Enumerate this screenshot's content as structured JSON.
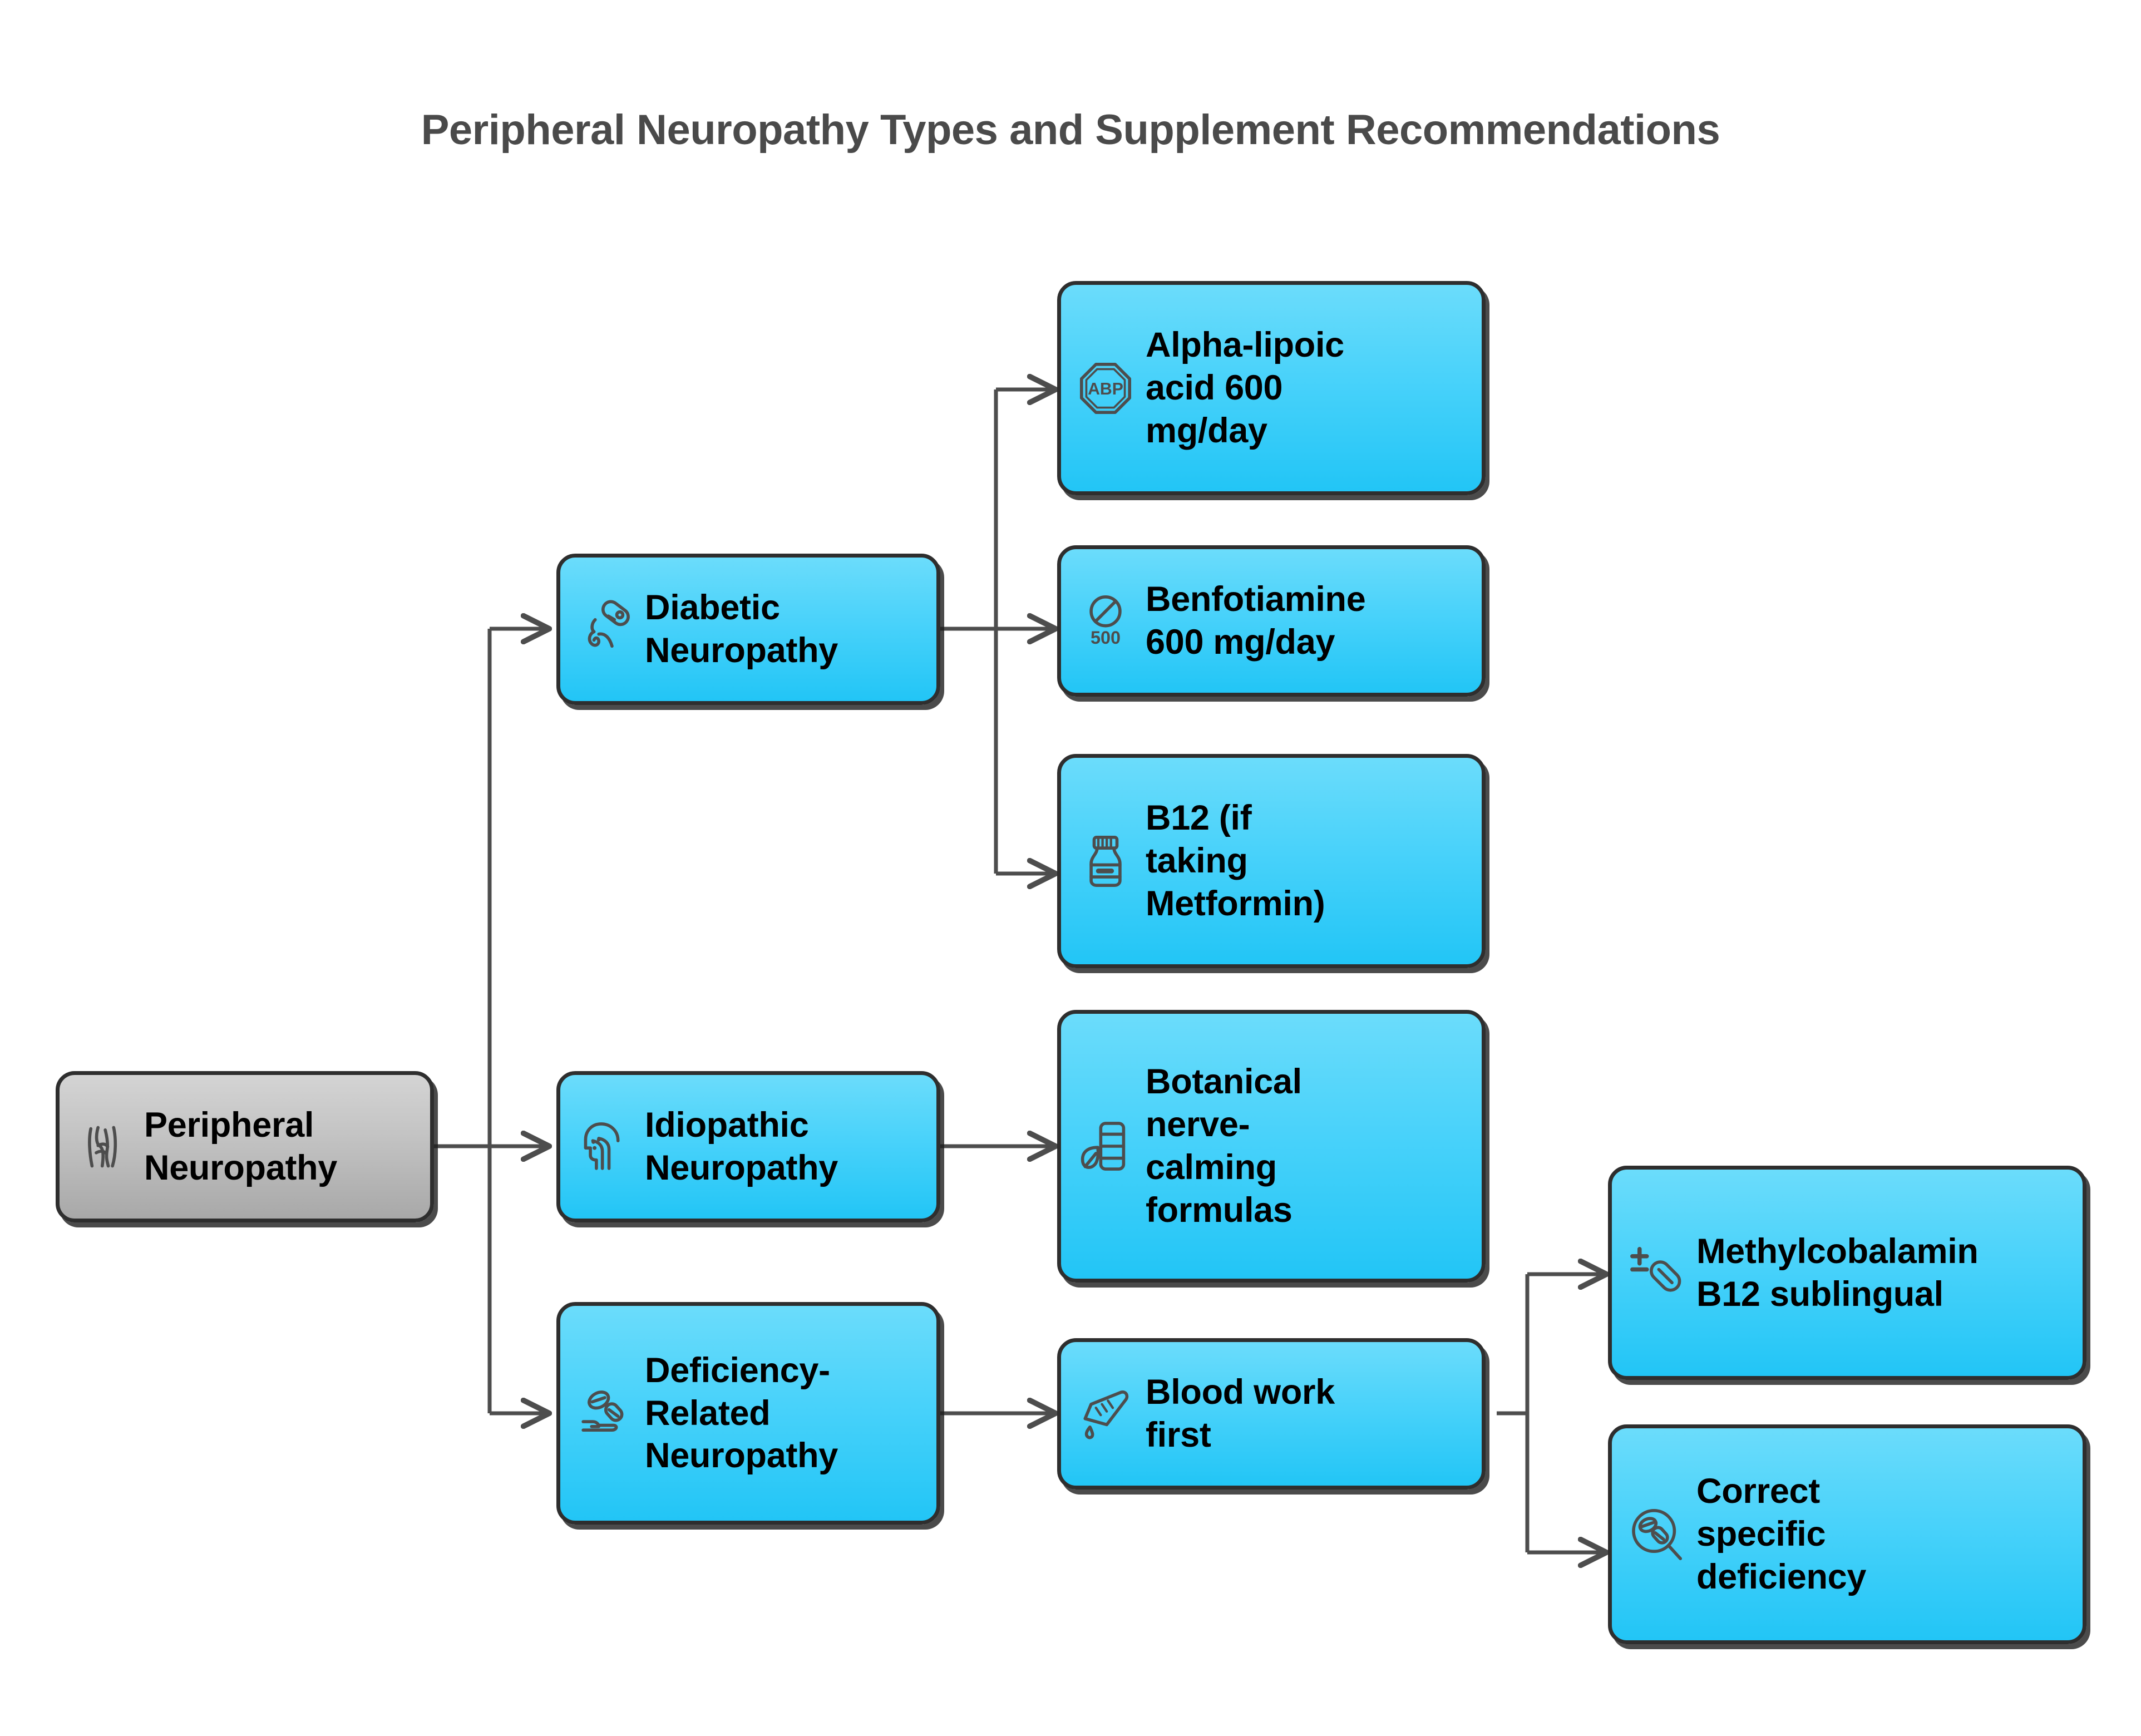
{
  "title": "Peripheral Neuropathy Types and Supplement Recommendations",
  "colors": {
    "title_text": "#4a4a4a",
    "node_border": "#2e2e2e",
    "node_blue_top": "#6bdcfb",
    "node_blue_bottom": "#22c5f6",
    "node_gray_top": "#d4d4d4",
    "node_gray_bottom": "#a8a8a8",
    "edge_stroke": "#4d4d4d",
    "icon_stroke": "#4d4d4d",
    "background": "#ffffff",
    "label_text": "#000000"
  },
  "chart_data": {
    "type": "diagram",
    "subtype": "flowchart",
    "orientation": "left-to-right",
    "title": "Peripheral Neuropathy Types and Supplement Recommendations",
    "nodes": [
      {
        "id": "root",
        "label": "Peripheral\nNeuropathy",
        "style": "gray",
        "icon": "nerve-fibers-icon",
        "level": 0
      },
      {
        "id": "diabetic",
        "label": "Diabetic\nNeuropathy",
        "style": "blue",
        "icon": "glucose-meter-icon",
        "level": 1
      },
      {
        "id": "idiopathic",
        "label": "Idiopathic\nNeuropathy",
        "style": "blue",
        "icon": "head-nerve-icon",
        "level": 1
      },
      {
        "id": "deficiency",
        "label": "Deficiency-\nRelated\nNeuropathy",
        "style": "blue",
        "icon": "hand-pills-icon",
        "level": 1
      },
      {
        "id": "ala",
        "label": "Alpha-lipoic\nacid 600\nmg/day",
        "style": "blue",
        "icon": "abp-octagon-icon",
        "level": 2
      },
      {
        "id": "benfotiamine",
        "label": "Benfotiamine\n600 mg/day",
        "style": "blue",
        "icon": "no-entry-500-icon",
        "level": 2
      },
      {
        "id": "b12met",
        "label": "B12 (if\ntaking\nMetformin)",
        "style": "blue",
        "icon": "supplement-bottle-icon",
        "level": 2
      },
      {
        "id": "botanical",
        "label": "Botanical\nnerve-\ncalming\nformulas",
        "style": "blue",
        "icon": "leaf-bottle-icon",
        "level": 2
      },
      {
        "id": "bloodwork",
        "label": "Blood work\nfirst",
        "style": "blue",
        "icon": "lancet-blood-drop-icon",
        "level": 2
      },
      {
        "id": "methylb12",
        "label": "Methylcobalamin\nB12 sublingual",
        "style": "blue",
        "icon": "plus-minus-pill-icon",
        "level": 3
      },
      {
        "id": "correctdef",
        "label": "Correct\nspecific\ndeficiency",
        "style": "blue",
        "icon": "magnifier-pills-icon",
        "level": 3
      }
    ],
    "edges": [
      {
        "from": "root",
        "to": "diabetic",
        "arrow": true
      },
      {
        "from": "root",
        "to": "idiopathic",
        "arrow": true
      },
      {
        "from": "root",
        "to": "deficiency",
        "arrow": true
      },
      {
        "from": "diabetic",
        "to": "ala",
        "arrow": true
      },
      {
        "from": "diabetic",
        "to": "benfotiamine",
        "arrow": true
      },
      {
        "from": "diabetic",
        "to": "b12met",
        "arrow": true
      },
      {
        "from": "idiopathic",
        "to": "botanical",
        "arrow": true
      },
      {
        "from": "deficiency",
        "to": "bloodwork",
        "arrow": true
      },
      {
        "from": "bloodwork",
        "to": "methylb12",
        "arrow": true
      },
      {
        "from": "bloodwork",
        "to": "correctdef",
        "arrow": true
      }
    ]
  },
  "nodes": {
    "root": {
      "label": "Peripheral\nNeuropathy"
    },
    "diabetic": {
      "label": "Diabetic\nNeuropathy"
    },
    "idiopathic": {
      "label": "Idiopathic\nNeuropathy"
    },
    "deficiency": {
      "label": "Deficiency-\nRelated\nNeuropathy"
    },
    "ala": {
      "label": "Alpha-lipoic\nacid 600\nmg/day"
    },
    "benfotiamine": {
      "label": "Benfotiamine\n600 mg/day"
    },
    "b12met": {
      "label": "B12 (if\ntaking\nMetformin)"
    },
    "botanical": {
      "label": "Botanical\nnerve-\ncalming\nformulas"
    },
    "bloodwork": {
      "label": "Blood work\nfirst"
    },
    "methylb12": {
      "label": "Methylcobalamin\nB12 sublingual"
    },
    "correctdef": {
      "label": "Correct\nspecific\ndeficiency"
    }
  },
  "icon_text": {
    "abp": "ABP",
    "dose_500": "500"
  }
}
